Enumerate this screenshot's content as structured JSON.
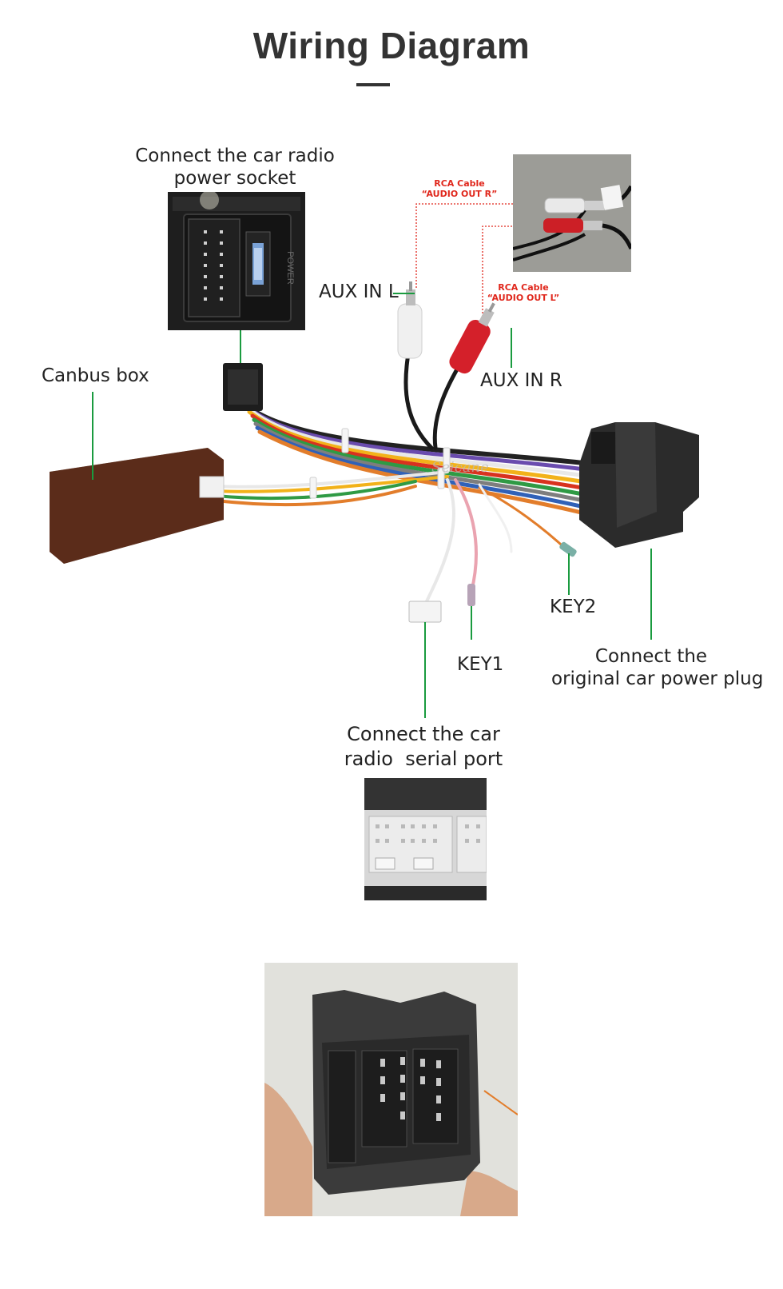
{
  "header": {
    "title": "Wiring Diagram"
  },
  "labels": {
    "radio_power_socket": [
      "Connect the car radio",
      "power socket"
    ],
    "aux_in_l": "AUX IN L",
    "aux_in_r": "AUX IN R",
    "canbus_box": "Canbus box",
    "key1": "KEY1",
    "key2": "KEY2",
    "original_power_plug": [
      "Connect the",
      "original car power plug"
    ],
    "serial_port": [
      "Connect the car",
      "radio  serial port"
    ]
  },
  "rca_notes": {
    "audio_out_r": [
      "RCA Cable",
      "“AUDIO OUT R”"
    ],
    "audio_out_l": [
      "RCA Cable",
      "“AUDIO OUT L”"
    ]
  },
  "watermark": "Seicane",
  "colors": {
    "title": "#333333",
    "callout_line": "#1a9b3f",
    "rca_note": "#e0271c",
    "rca_red": "#d4202a",
    "rca_white": "#eeeeee"
  }
}
